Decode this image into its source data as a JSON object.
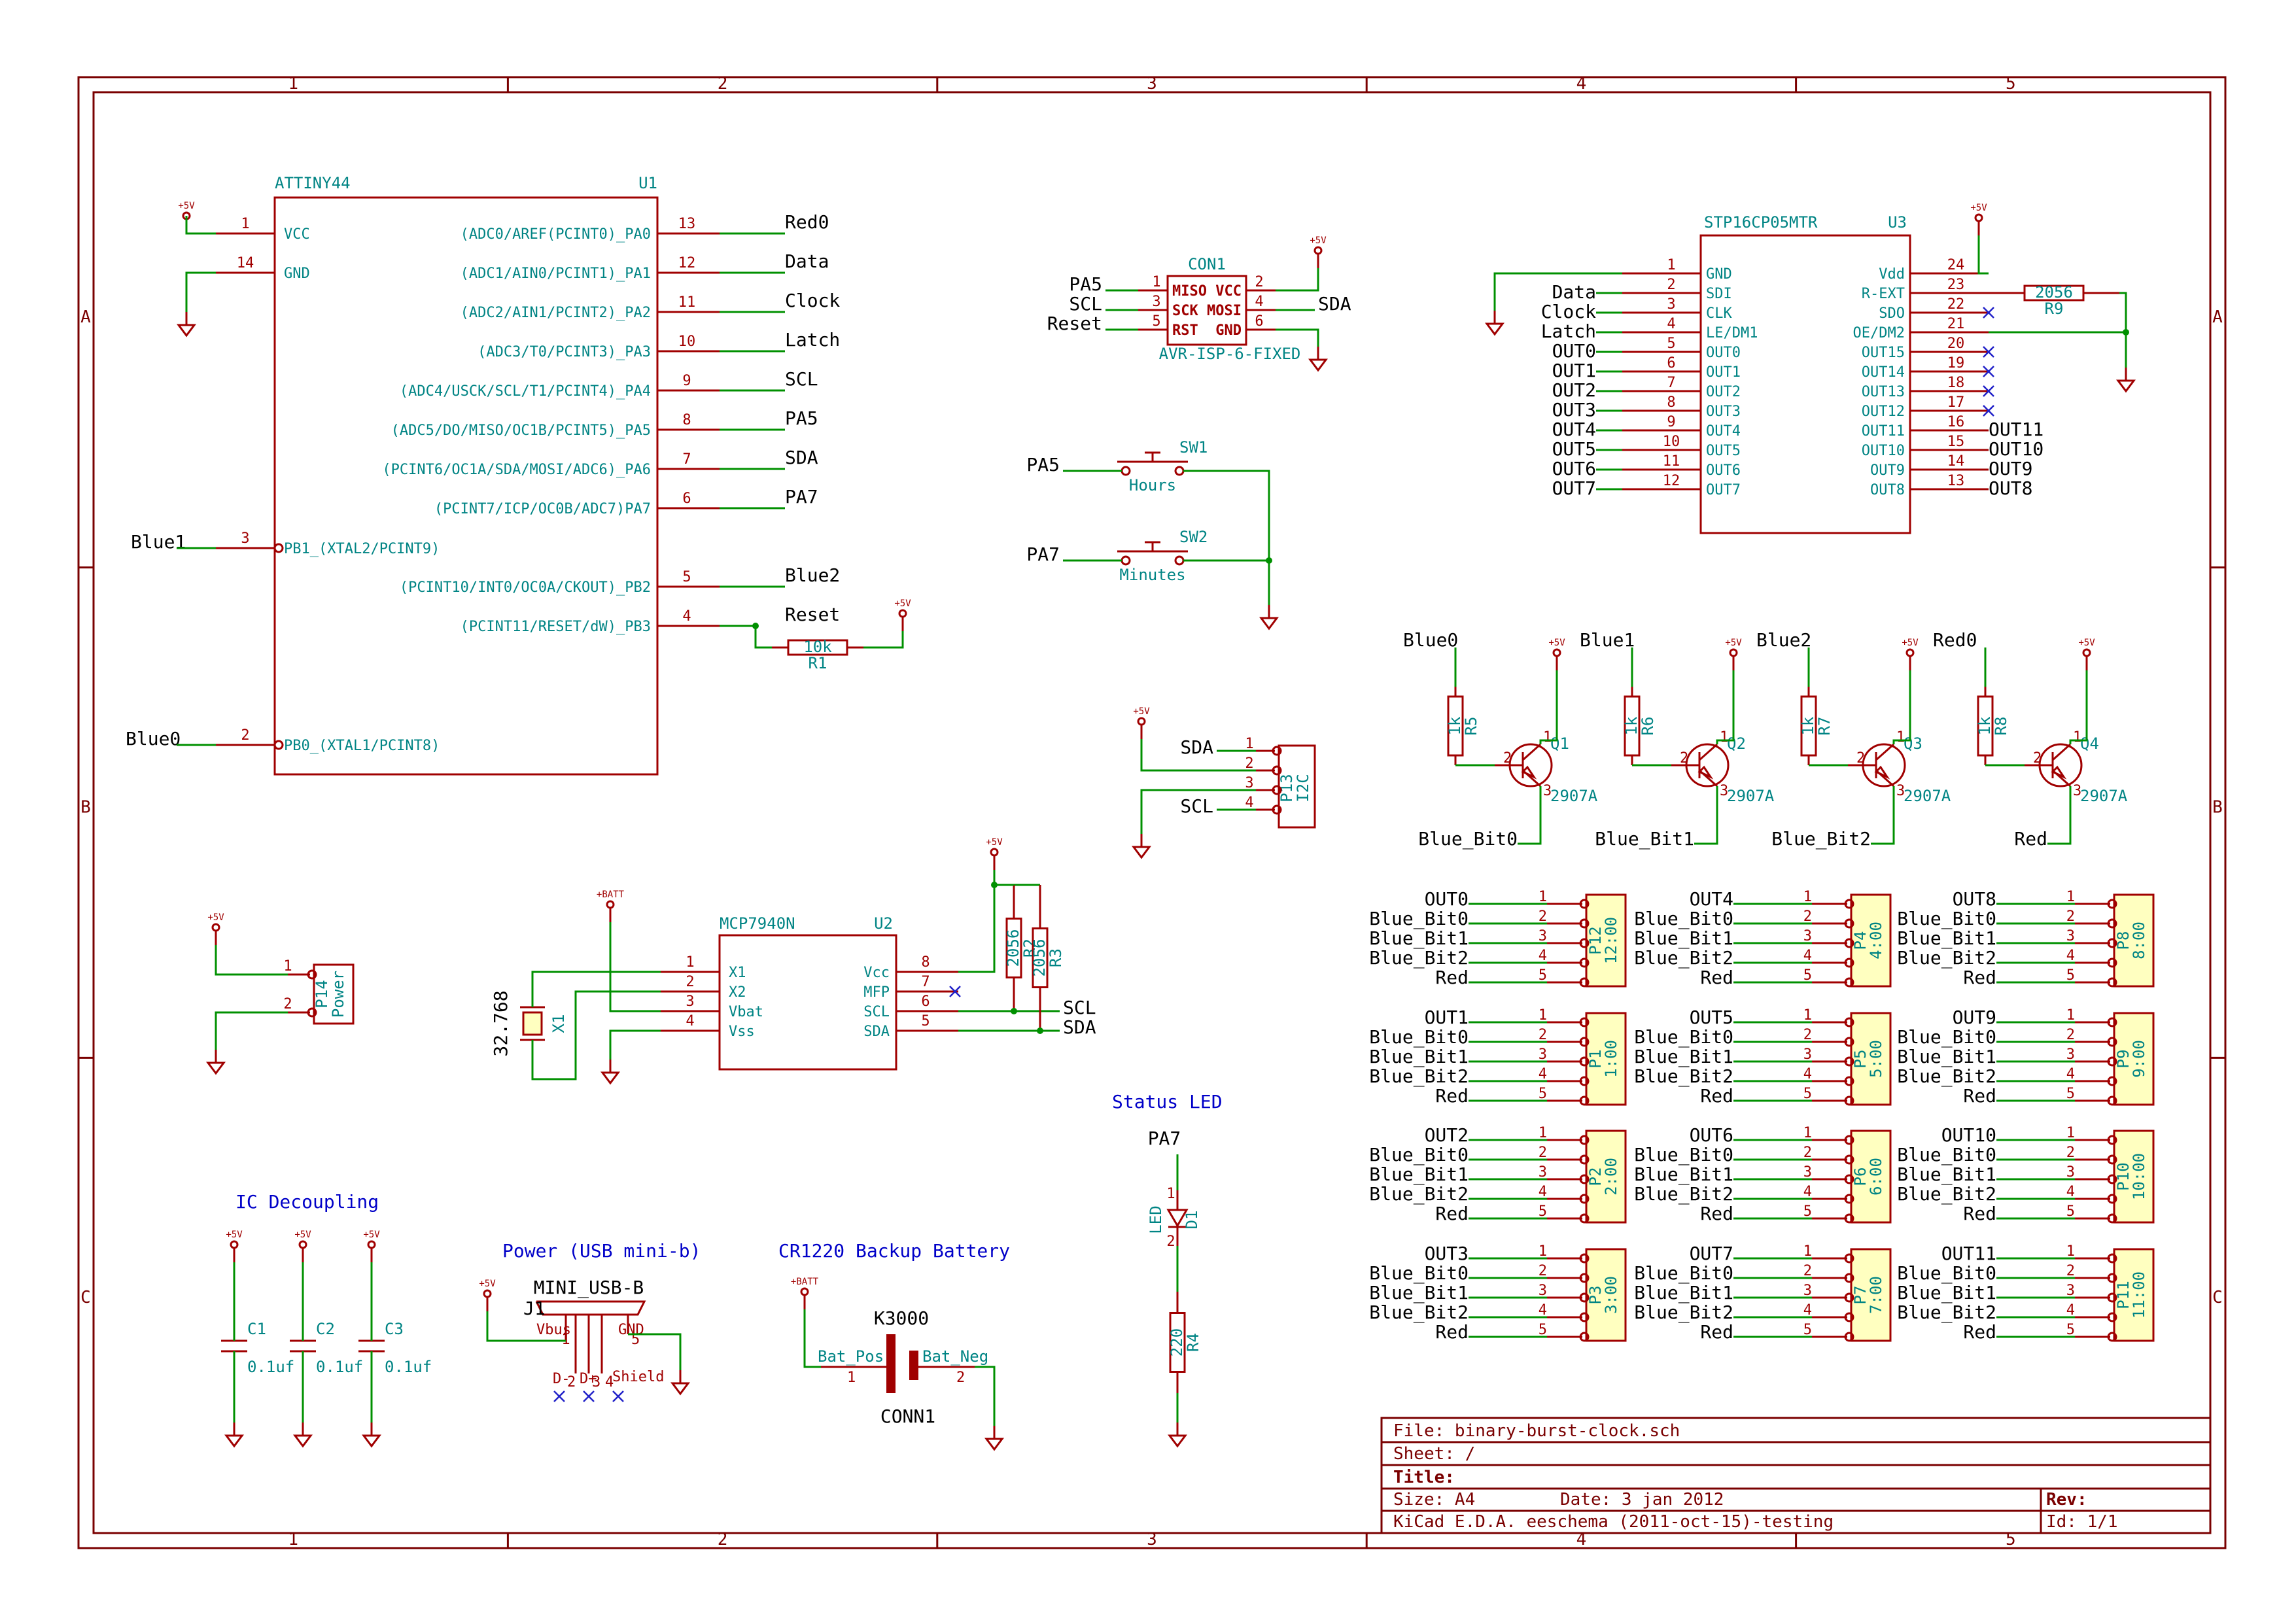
{
  "sheet": {
    "grid_columns": [
      "1",
      "2",
      "3",
      "4",
      "5"
    ],
    "grid_rows": [
      "A",
      "B",
      "C"
    ]
  },
  "notes": {
    "status_led": "Status LED",
    "ic_decoupling": "IC Decoupling",
    "power_usb": "Power (USB mini-b)",
    "backup_battery": "CR1220 Backup Battery"
  },
  "power": {
    "vcc": "+5V",
    "batt": "+BATT"
  },
  "u1": {
    "name": "ATTINY44",
    "ref": "U1",
    "left_pins": [
      {
        "num": "1",
        "name": "VCC"
      },
      {
        "num": "14",
        "name": "GND"
      },
      {
        "num": "3",
        "name": "PB1_(XTAL2/PCINT9)",
        "net": "Blue1"
      },
      {
        "num": "2",
        "name": "PB0_(XTAL1/PCINT8)",
        "net": "Blue0"
      }
    ],
    "right_pins": [
      {
        "num": "13",
        "name": "(ADC0/AREF(PCINT0)_PA0",
        "net": "Red0"
      },
      {
        "num": "12",
        "name": "(ADC1/AIN0/PCINT1)_PA1",
        "net": "Data"
      },
      {
        "num": "11",
        "name": "(ADC2/AIN1/PCINT2)_PA2",
        "net": "Clock"
      },
      {
        "num": "10",
        "name": "(ADC3/T0/PCINT3)_PA3",
        "net": "Latch"
      },
      {
        "num": "9",
        "name": "(ADC4/USCK/SCL/T1/PCINT4)_PA4",
        "net": "SCL"
      },
      {
        "num": "8",
        "name": "(ADC5/DO/MISO/OC1B/PCINT5)_PA5",
        "net": "PA5"
      },
      {
        "num": "7",
        "name": "(PCINT6/OC1A/SDA/MOSI/ADC6)_PA6",
        "net": "SDA"
      },
      {
        "num": "6",
        "name": "(PCINT7/ICP/OC0B/ADC7)PA7",
        "net": "PA7"
      },
      {
        "num": "5",
        "name": "(PCINT10/INT0/OC0A/CKOUT)_PB2",
        "net": "Blue2"
      },
      {
        "num": "4",
        "name": "(PCINT11/RESET/dW)_PB3",
        "net": "Reset"
      }
    ]
  },
  "r1": {
    "ref": "R1",
    "value": "10k"
  },
  "con1": {
    "ref": "CON1",
    "value": "AVR-ISP-6-FIXED",
    "pins": [
      {
        "num": "1",
        "name": "MISO",
        "net": "PA5"
      },
      {
        "num": "3",
        "name": "SCK",
        "net": "SCL"
      },
      {
        "num": "5",
        "name": "RST",
        "net": "Reset"
      },
      {
        "num": "2",
        "name": "VCC"
      },
      {
        "num": "4",
        "name": "MOSI",
        "net": "SDA"
      },
      {
        "num": "6",
        "name": "GND"
      }
    ]
  },
  "sw1": {
    "ref": "SW1",
    "value": "Hours",
    "net": "PA5"
  },
  "sw2": {
    "ref": "SW2",
    "value": "Minutes",
    "net": "PA7"
  },
  "u3": {
    "name": "STP16CP05MTR",
    "ref": "U3",
    "left_pins": [
      {
        "num": "1",
        "name": "GND",
        "net": ""
      },
      {
        "num": "2",
        "name": "SDI",
        "net": "Data"
      },
      {
        "num": "3",
        "name": "CLK",
        "net": "Clock"
      },
      {
        "num": "4",
        "name": "LE/DM1",
        "net": "Latch"
      },
      {
        "num": "5",
        "name": "OUT0",
        "net": "OUT0"
      },
      {
        "num": "6",
        "name": "OUT1",
        "net": "OUT1"
      },
      {
        "num": "7",
        "name": "OUT2",
        "net": "OUT2"
      },
      {
        "num": "8",
        "name": "OUT3",
        "net": "OUT3"
      },
      {
        "num": "9",
        "name": "OUT4",
        "net": "OUT4"
      },
      {
        "num": "10",
        "name": "OUT5",
        "net": "OUT5"
      },
      {
        "num": "11",
        "name": "OUT6",
        "net": "OUT6"
      },
      {
        "num": "12",
        "name": "OUT7",
        "net": "OUT7"
      }
    ],
    "right_pins": [
      {
        "num": "24",
        "name": "Vdd",
        "net": ""
      },
      {
        "num": "23",
        "name": "R-EXT",
        "net": ""
      },
      {
        "num": "22",
        "name": "SDO",
        "net": ""
      },
      {
        "num": "21",
        "name": "OE/DM2",
        "net": ""
      },
      {
        "num": "20",
        "name": "OUT15",
        "net": ""
      },
      {
        "num": "19",
        "name": "OUT14",
        "net": ""
      },
      {
        "num": "18",
        "name": "OUT13",
        "net": ""
      },
      {
        "num": "17",
        "name": "OUT12",
        "net": ""
      },
      {
        "num": "16",
        "name": "OUT11",
        "net": "OUT11"
      },
      {
        "num": "15",
        "name": "OUT10",
        "net": "OUT10"
      },
      {
        "num": "14",
        "name": "OUT9",
        "net": "OUT9"
      },
      {
        "num": "13",
        "name": "OUT8",
        "net": "OUT8"
      }
    ]
  },
  "r9": {
    "ref": "R9",
    "value": "2056"
  },
  "transistors": [
    {
      "net_top": "Blue0",
      "r_ref": "R5",
      "r_val": "1k",
      "q_ref": "Q1",
      "q_val": "2907A",
      "net_bottom": "Blue_Bit0"
    },
    {
      "net_top": "Blue1",
      "r_ref": "R6",
      "r_val": "1k",
      "q_ref": "Q2",
      "q_val": "2907A",
      "net_bottom": "Blue_Bit1"
    },
    {
      "net_top": "Blue2",
      "r_ref": "R7",
      "r_val": "1k",
      "q_ref": "Q3",
      "q_val": "2907A",
      "net_bottom": "Blue_Bit2"
    },
    {
      "net_top": "Red0",
      "r_ref": "R8",
      "r_val": "1k",
      "q_ref": "Q4",
      "q_val": "2907A",
      "net_bottom": "Red"
    }
  ],
  "p13": {
    "ref": "P13",
    "value": "I2C",
    "nets": [
      "SDA",
      "",
      "",
      "SCL"
    ],
    "pins": [
      "1",
      "2",
      "3",
      "4"
    ]
  },
  "p14": {
    "ref": "P14",
    "value": "Power",
    "pins": [
      "1",
      "2"
    ]
  },
  "u2": {
    "name": "MCP7940N",
    "ref": "U2",
    "left_pins": [
      {
        "num": "1",
        "name": "X1"
      },
      {
        "num": "2",
        "name": "X2"
      },
      {
        "num": "3",
        "name": "Vbat"
      },
      {
        "num": "4",
        "name": "Vss"
      }
    ],
    "right_pins": [
      {
        "num": "8",
        "name": "Vcc",
        "net": ""
      },
      {
        "num": "7",
        "name": "MFP",
        "net": ""
      },
      {
        "num": "6",
        "name": "SCL",
        "net": "SCL"
      },
      {
        "num": "5",
        "name": "SDA",
        "net": "SDA"
      }
    ]
  },
  "x1": {
    "ref": "X1",
    "value": "32.768"
  },
  "r2": {
    "ref": "R2",
    "value": "2056"
  },
  "r3": {
    "ref": "R3",
    "value": "2056"
  },
  "d1": {
    "ref": "D1",
    "value": "LED",
    "net": "PA7",
    "pin1": "1",
    "pin2": "2"
  },
  "r4": {
    "ref": "R4",
    "value": "220"
  },
  "caps": [
    {
      "ref": "C1",
      "value": "0.1uf"
    },
    {
      "ref": "C2",
      "value": "0.1uf"
    },
    {
      "ref": "C3",
      "value": "0.1uf"
    }
  ],
  "j1": {
    "ref": "J1",
    "value": "MINI_USB-B",
    "pins": [
      {
        "num": "1",
        "name": "Vbus"
      },
      {
        "num": "2",
        "name": "D-"
      },
      {
        "num": "3",
        "name": "D+"
      },
      {
        "num": "4",
        "name": "Shield"
      },
      {
        "num": "5",
        "name": "GND"
      }
    ]
  },
  "bt1": {
    "value": "K3000",
    "ref": "CONN1",
    "pos": "Bat_Pos",
    "neg": "Bat_Neg",
    "pin_pos": "1",
    "pin_neg": "2"
  },
  "led_connectors": [
    {
      "ref": "P12",
      "value": "12:00",
      "nets": [
        "OUT0",
        "Blue_Bit0",
        "Blue_Bit1",
        "Blue_Bit2",
        "Red"
      ]
    },
    {
      "ref": "P1",
      "value": "1:00",
      "nets": [
        "OUT1",
        "Blue_Bit0",
        "Blue_Bit1",
        "Blue_Bit2",
        "Red"
      ]
    },
    {
      "ref": "P2",
      "value": "2:00",
      "nets": [
        "OUT2",
        "Blue_Bit0",
        "Blue_Bit1",
        "Blue_Bit2",
        "Red"
      ]
    },
    {
      "ref": "P3",
      "value": "3:00",
      "nets": [
        "OUT3",
        "Blue_Bit0",
        "Blue_Bit1",
        "Blue_Bit2",
        "Red"
      ]
    },
    {
      "ref": "P4",
      "value": "4:00",
      "nets": [
        "OUT4",
        "Blue_Bit0",
        "Blue_Bit1",
        "Blue_Bit2",
        "Red"
      ]
    },
    {
      "ref": "P5",
      "value": "5:00",
      "nets": [
        "OUT5",
        "Blue_Bit0",
        "Blue_Bit1",
        "Blue_Bit2",
        "Red"
      ]
    },
    {
      "ref": "P6",
      "value": "6:00",
      "nets": [
        "OUT6",
        "Blue_Bit0",
        "Blue_Bit1",
        "Blue_Bit2",
        "Red"
      ]
    },
    {
      "ref": "P7",
      "value": "7:00",
      "nets": [
        "OUT7",
        "Blue_Bit0",
        "Blue_Bit1",
        "Blue_Bit2",
        "Red"
      ]
    },
    {
      "ref": "P8",
      "value": "8:00",
      "nets": [
        "OUT8",
        "Blue_Bit0",
        "Blue_Bit1",
        "Blue_Bit2",
        "Red"
      ]
    },
    {
      "ref": "P9",
      "value": "9:00",
      "nets": [
        "OUT9",
        "Blue_Bit0",
        "Blue_Bit1",
        "Blue_Bit2",
        "Red"
      ]
    },
    {
      "ref": "P10",
      "value": "10:00",
      "nets": [
        "OUT10",
        "Blue_Bit0",
        "Blue_Bit1",
        "Blue_Bit2",
        "Red"
      ]
    },
    {
      "ref": "P11",
      "value": "11:00",
      "nets": [
        "OUT11",
        "Blue_Bit0",
        "Blue_Bit1",
        "Blue_Bit2",
        "Red"
      ]
    }
  ],
  "connector_pin_numbers": [
    "1",
    "2",
    "3",
    "4",
    "5"
  ],
  "title_block": {
    "file": "File: binary-burst-clock.sch",
    "sheet": "Sheet: /",
    "title": "Title:",
    "size": "Size: A4",
    "date": "Date: 3 jan 2012",
    "rev": "Rev:",
    "tool": "KiCad E.D.A.  eeschema (2011-oct-15)-testing",
    "id": "Id: 1/1"
  }
}
